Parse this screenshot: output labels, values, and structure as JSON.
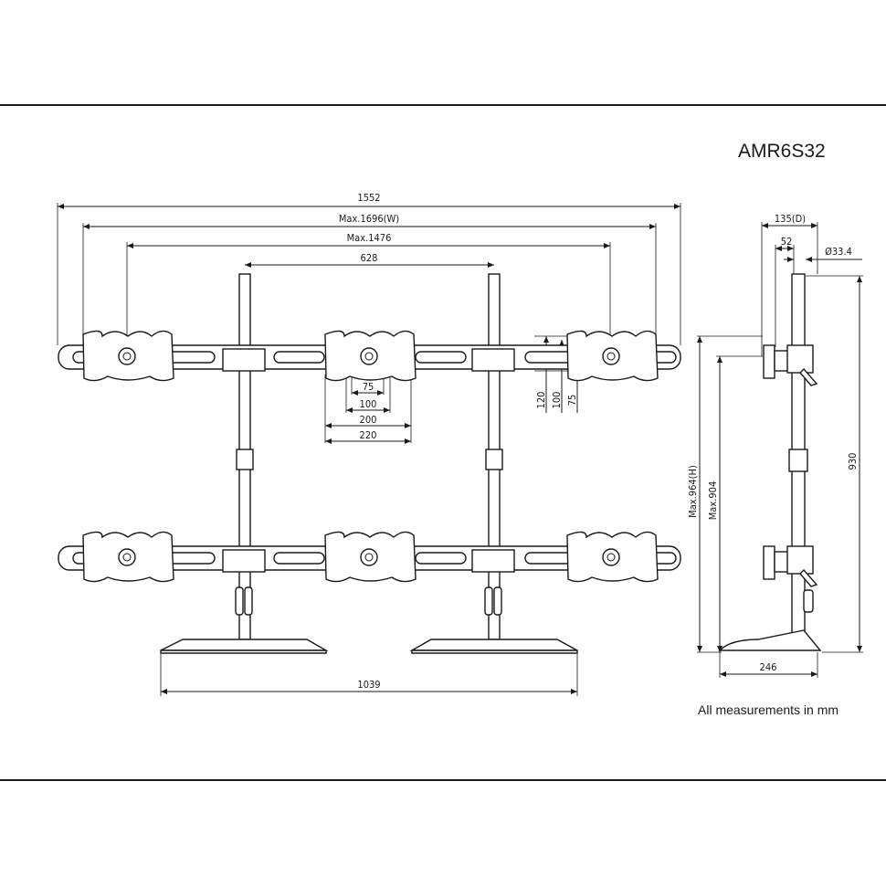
{
  "model": "AMR6S32",
  "note": "All measurements in mm",
  "front_view": {
    "overall_width": "1552",
    "max_width": "Max.1696(W)",
    "max_span": "Max.1476",
    "pole_spacing": "628",
    "vesa_75": "75",
    "vesa_100": "100",
    "vesa_200": "200",
    "vesa_220": "220",
    "vertical_120": "120",
    "vertical_100": "100",
    "vertical_75": "75",
    "base_width": "1039"
  },
  "side_view": {
    "depth": "135(D)",
    "offset": "52",
    "pole_diameter": "Ø33.4",
    "max_height": "Max.964(H)",
    "max_904": "Max.904",
    "height_930": "930",
    "base_depth": "246"
  }
}
